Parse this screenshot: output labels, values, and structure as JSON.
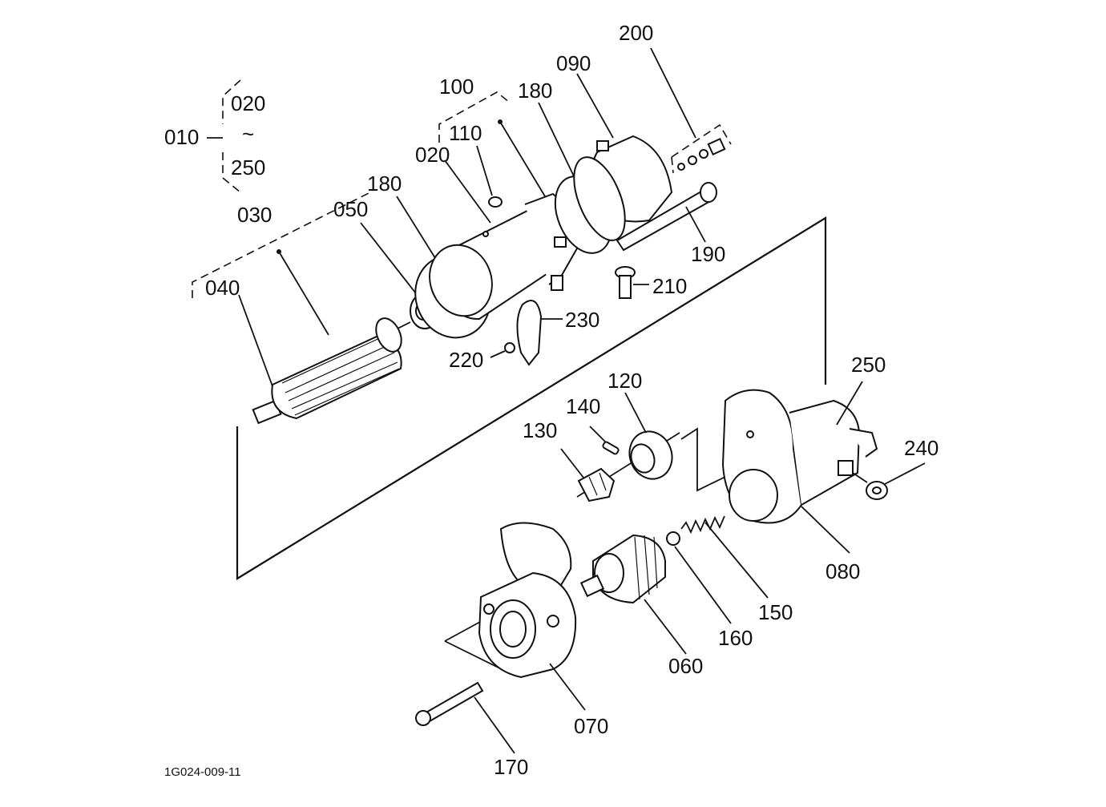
{
  "diagram": {
    "drawing_code": "1G024-009-11",
    "group": {
      "parent": "010",
      "range_from": "020",
      "range_sep": "~",
      "range_to": "250"
    },
    "subassemblies": [
      "030",
      "100"
    ],
    "parts": [
      "020",
      "040",
      "050",
      "060",
      "070",
      "080",
      "090",
      "110",
      "120",
      "130",
      "140",
      "150",
      "160",
      "170",
      "180",
      "190",
      "200",
      "210",
      "220",
      "230",
      "240",
      "250"
    ],
    "labels": {
      "l010": "010",
      "l020a": "020",
      "l250a": "250",
      "l030": "030",
      "l040": "040",
      "l050": "050",
      "l180a": "180",
      "l020b": "020",
      "l110": "110",
      "l100": "100",
      "l180b": "180",
      "l090": "090",
      "l200": "200",
      "l190": "190",
      "l210": "210",
      "l230": "230",
      "l220": "220",
      "l250b": "250",
      "l240": "240",
      "l120": "120",
      "l140": "140",
      "l130": "130",
      "l080": "080",
      "l150": "150",
      "l160": "160",
      "l060": "060",
      "l070": "070",
      "l170": "170"
    }
  }
}
